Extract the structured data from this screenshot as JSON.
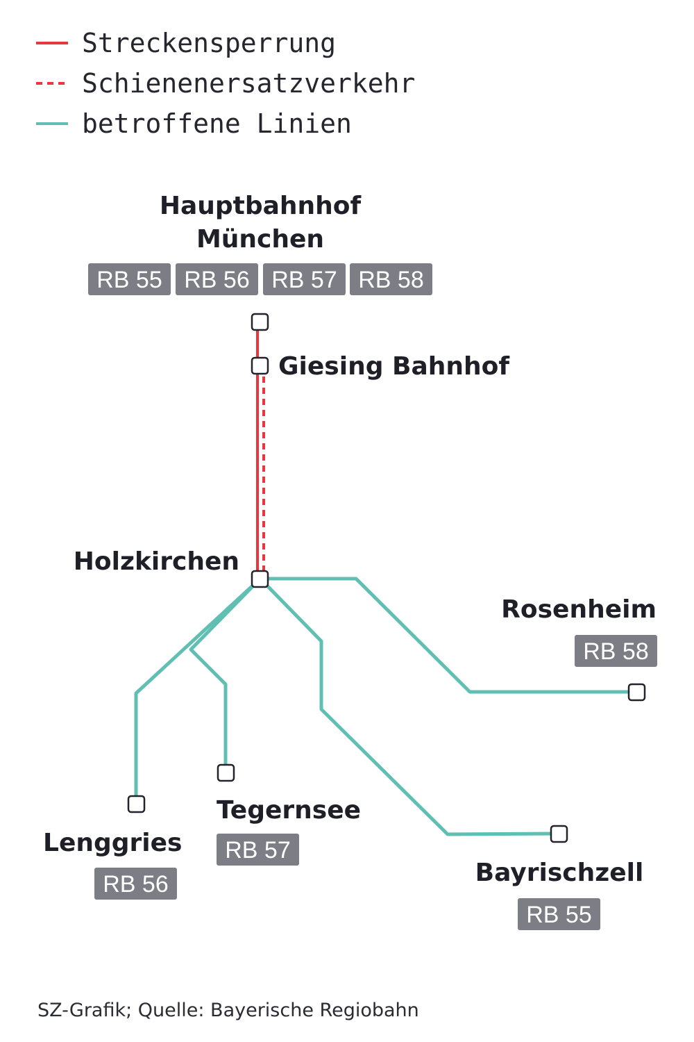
{
  "legend": [
    {
      "label": "Streckensperrung",
      "style": "solid",
      "color": "#e8373f"
    },
    {
      "label": "Schienenersatzverkehr",
      "style": "dashed",
      "color": "#e8373f"
    },
    {
      "label": "betroffene Linien",
      "style": "solid",
      "color": "#5fbfb2"
    }
  ],
  "colors": {
    "closure": "#e8373f",
    "lines": "#5fbfb2",
    "badge": "#7d7d85"
  },
  "stations": {
    "hbf": {
      "name_line1": "Hauptbahnhof",
      "name_line2": "München",
      "lines": [
        "RB 55",
        "RB 56",
        "RB 57",
        "RB 58"
      ]
    },
    "giesing": {
      "name": "Giesing Bahnhof"
    },
    "holzkirchen": {
      "name": "Holzkirchen"
    },
    "rosenheim": {
      "name": "Rosenheim",
      "line": "RB 58"
    },
    "lenggries": {
      "name": "Lenggries",
      "line": "RB 56"
    },
    "tegernsee": {
      "name": "Tegernsee",
      "line": "RB 57"
    },
    "bayrischzell": {
      "name": "Bayrischzell",
      "line": "RB 55"
    }
  },
  "source": "SZ-Grafik; Quelle: Bayerische Regiobahn"
}
